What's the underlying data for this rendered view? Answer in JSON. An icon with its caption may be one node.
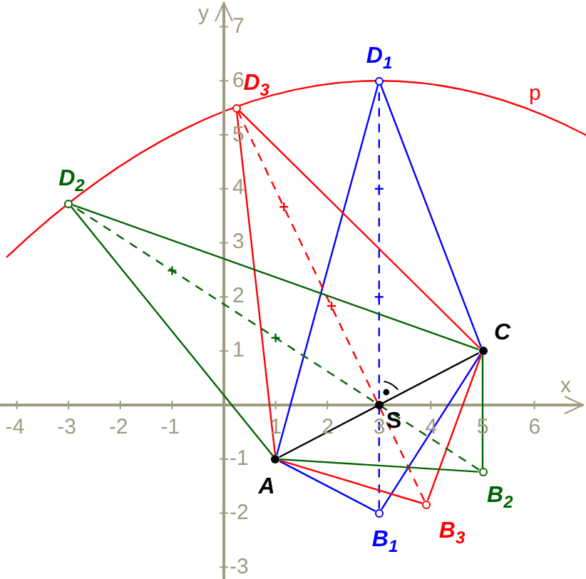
{
  "diagram": {
    "nodes": [
      {
        "text": [
          "A"
        ]
      },
      {
        "text": [
          "C"
        ]
      },
      {
        "text": [
          "S"
        ]
      },
      {
        "text": [
          "D$_{1}$"
        ]
      },
      {
        "text": [
          "B$_{1}$"
        ]
      },
      {
        "text": [
          "D$_{2}$"
        ]
      },
      {
        "text": [
          "B$_{2}$"
        ]
      },
      {
        "text": [
          "D$_{3}$"
        ]
      },
      {
        "text": [
          "B$_{3}$"
        ]
      }
    ],
    "edges": [
      {
        "from": 0,
        "to": 1,
        "arrow": "none",
        "color": "#000000"
      },
      {
        "from": 0,
        "to": 4,
        "arrow": "none",
        "color": "#0000ff"
      },
      {
        "from": 4,
        "to": 1,
        "arrow": "none",
        "color": "#0000ff"
      },
      {
        "from": 1,
        "to": 3,
        "arrow": "none",
        "color": "#0000ff"
      },
      {
        "from": 3,
        "to": 0,
        "arrow": "none",
        "color": "#0000ff"
      },
      {
        "from": 4,
        "to": 3,
        "arrow": "none",
        "style": "dashed",
        "color": "#0000ff"
      },
      {
        "from": 0,
        "to": 8,
        "arrow": "none",
        "color": "#ff0000"
      },
      {
        "from": 8,
        "to": 1,
        "arrow": "none",
        "color": "#ff0000"
      },
      {
        "from": 1,
        "to": 7,
        "arrow": "none",
        "color": "#ff0000"
      },
      {
        "from": 7,
        "to": 0,
        "arrow": "none",
        "color": "#ff0000"
      },
      {
        "from": 8,
        "to": 7,
        "arrow": "none",
        "style": "dashed",
        "color": "#ff0000"
      },
      {
        "from": 0,
        "to": 6,
        "arrow": "none",
        "color": "#006400"
      },
      {
        "from": 6,
        "to": 1,
        "arrow": "none",
        "color": "#006400"
      },
      {
        "from": 1,
        "to": 5,
        "arrow": "none",
        "color": "#006400"
      },
      {
        "from": 5,
        "to": 0,
        "arrow": "none",
        "color": "#006400"
      },
      {
        "from": 6,
        "to": 5,
        "arrow": "none",
        "style": "dashed",
        "color": "#006400"
      }
    ],
    "labels": [
      "y",
      "7",
      "6",
      "5",
      "4",
      "3",
      "2",
      "1",
      "p",
      "x",
      "-4",
      "-3",
      "-2",
      "-1",
      "1",
      "2",
      "3",
      "4",
      "5",
      "6",
      "-1",
      "-2",
      "-3"
    ]
  }
}
